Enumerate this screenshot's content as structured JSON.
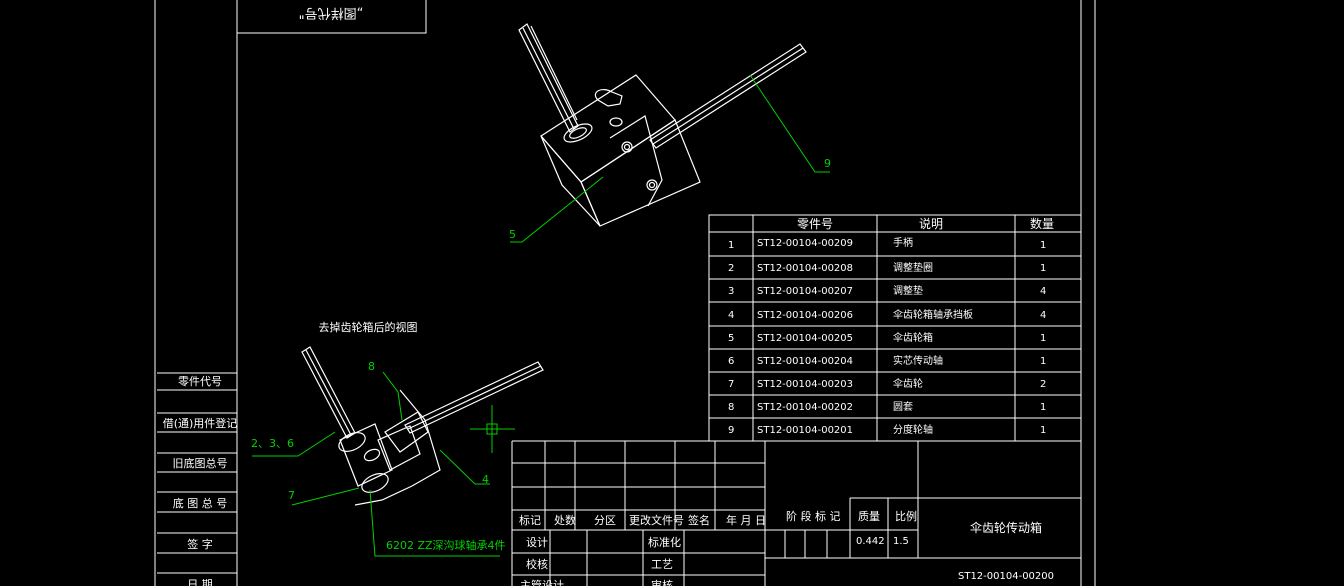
{
  "colors": {
    "background": "#000000",
    "line": "#ffffff",
    "leader": "#00d000",
    "crosshair": "#00d000"
  },
  "title_box": {
    "text": "„图样代号\""
  },
  "side_strip": [
    "零件代号",
    "借(通)用件登记",
    "旧底图总号",
    "底 图 总 号",
    "签    字",
    "日    期"
  ],
  "callouts": {
    "c9": "9",
    "c5": "5",
    "c8": "8",
    "c236": "2、3、6",
    "c7": "7",
    "c4": "4",
    "bearing": "6202 ZZ深沟球轴承4件"
  },
  "view_label": "去掉齿轮箱后的视图",
  "bom": {
    "headers": [
      "",
      "零件号",
      "说明",
      "数量"
    ],
    "rows": [
      [
        "1",
        "ST12-00104-00209",
        "手柄",
        "1"
      ],
      [
        "2",
        "ST12-00104-00208",
        "调整垫圈",
        "1"
      ],
      [
        "3",
        "ST12-00104-00207",
        "调整垫",
        "4"
      ],
      [
        "4",
        "ST12-00104-00206",
        "伞齿轮箱轴承挡板",
        "4"
      ],
      [
        "5",
        "ST12-00104-00205",
        "伞齿轮箱",
        "1"
      ],
      [
        "6",
        "ST12-00104-00204",
        "实芯传动轴",
        "1"
      ],
      [
        "7",
        "ST12-00104-00203",
        "伞齿轮",
        "2"
      ],
      [
        "8",
        "ST12-00104-00202",
        "圆套",
        "1"
      ],
      [
        "9",
        "ST12-00104-00201",
        "分度轮轴",
        "1"
      ]
    ]
  },
  "title_block": {
    "rev_headers": [
      "标记",
      "处数",
      "分区",
      "更改文件号",
      "签名",
      "年 月 日"
    ],
    "stage_label": "阶 段 标 记",
    "mass_label": "质量",
    "scale_label": "比例",
    "mass_value": "0.442",
    "scale_value": "1.5",
    "roles_left": [
      "设计",
      "校核",
      "主管设计"
    ],
    "roles_right": [
      "标准化",
      "工艺",
      "审核"
    ],
    "drawing_name": "伞齿轮传动箱",
    "drawing_number": "ST12-00104-00200"
  }
}
